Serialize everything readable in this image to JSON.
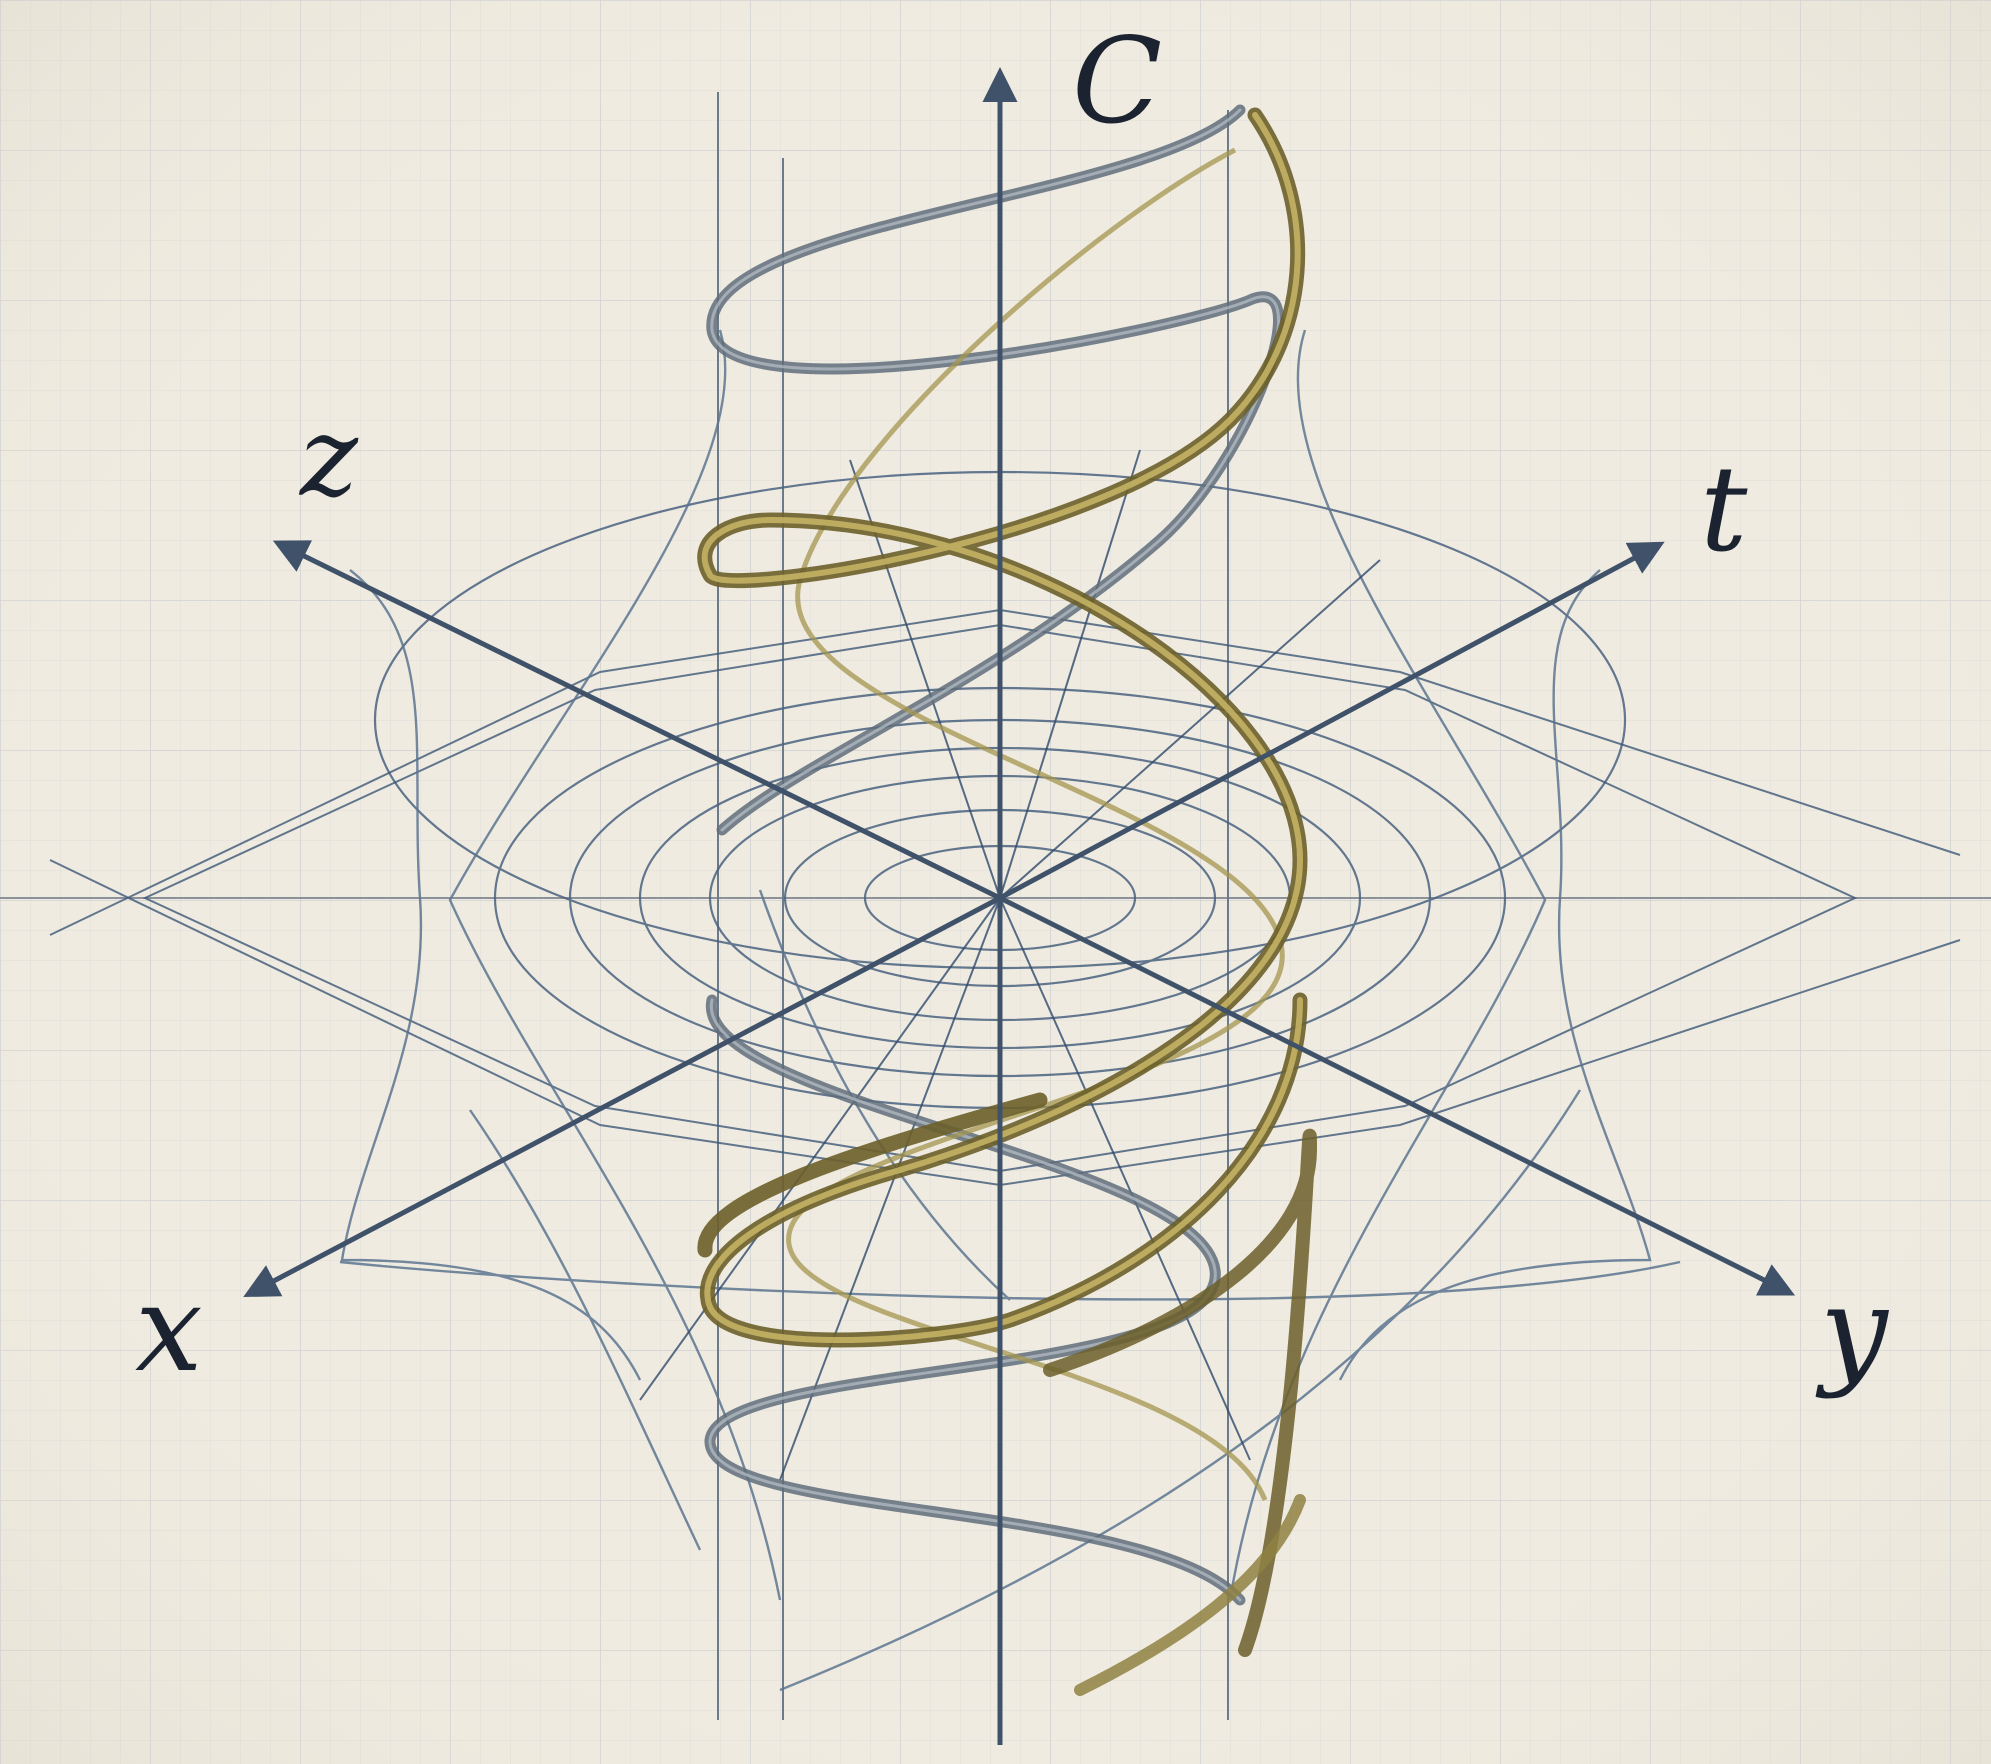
{
  "diagram": {
    "axes": [
      {
        "id": "c",
        "label": "C"
      },
      {
        "id": "z",
        "label": "z"
      },
      {
        "id": "t",
        "label": "t"
      },
      {
        "id": "x",
        "label": "x"
      },
      {
        "id": "y",
        "label": "y"
      }
    ],
    "colors": {
      "paper": "#efebe0",
      "grid": "#d5d7d8",
      "axis": "#2f4257",
      "wire": "#4a6280",
      "helix_gold": "#9a8a4c",
      "helix_grey": "#72808d"
    }
  }
}
